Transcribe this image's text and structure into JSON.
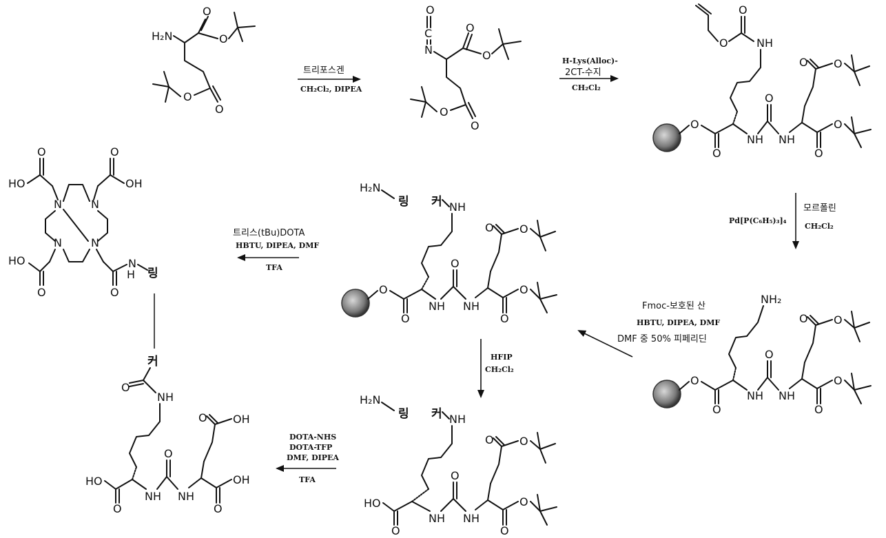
{
  "title": "",
  "labels": {
    "h2n": "H₂N",
    "nh": "NH",
    "nh2": "NH₂",
    "o": "O",
    "n": "N",
    "h": "H",
    "c": "C",
    "ho": "HO",
    "oh": "OH",
    "linker_ring": "링",
    "linker_keo": "커",
    "linker_nh_ring": "N—링"
  },
  "steps": {
    "s1": {
      "line1": "트리포스겐",
      "line2": "CH₂Cl₂, DIPEA"
    },
    "s2": {
      "line1": "H-Lys(Alloc)-",
      "line2": "2CT-수지",
      "line3": "CH₂Cl₂"
    },
    "s3": {
      "left": "Pd[P(C₆H₅)₃]₄",
      "right1": "모르폴린",
      "right2": "CH₂Cl₂"
    },
    "s4": {
      "line1": "Fmoc-보호된 산",
      "line2": "HBTU, DIPEA, DMF",
      "line3": "DMF 중 50% 피페리딘"
    },
    "s5": {
      "line1": "트리스(tBu)DOTA",
      "line2": "HBTU, DIPEA, DMF",
      "line3": "TFA"
    },
    "s6": {
      "line1": "HFIP",
      "line2": "CH₂Cl₂"
    },
    "s7": {
      "line1": "DOTA-NHS",
      "line2": "DOTA-TFP",
      "line3": "DMF, DIPEA",
      "line4": "TFA"
    }
  }
}
